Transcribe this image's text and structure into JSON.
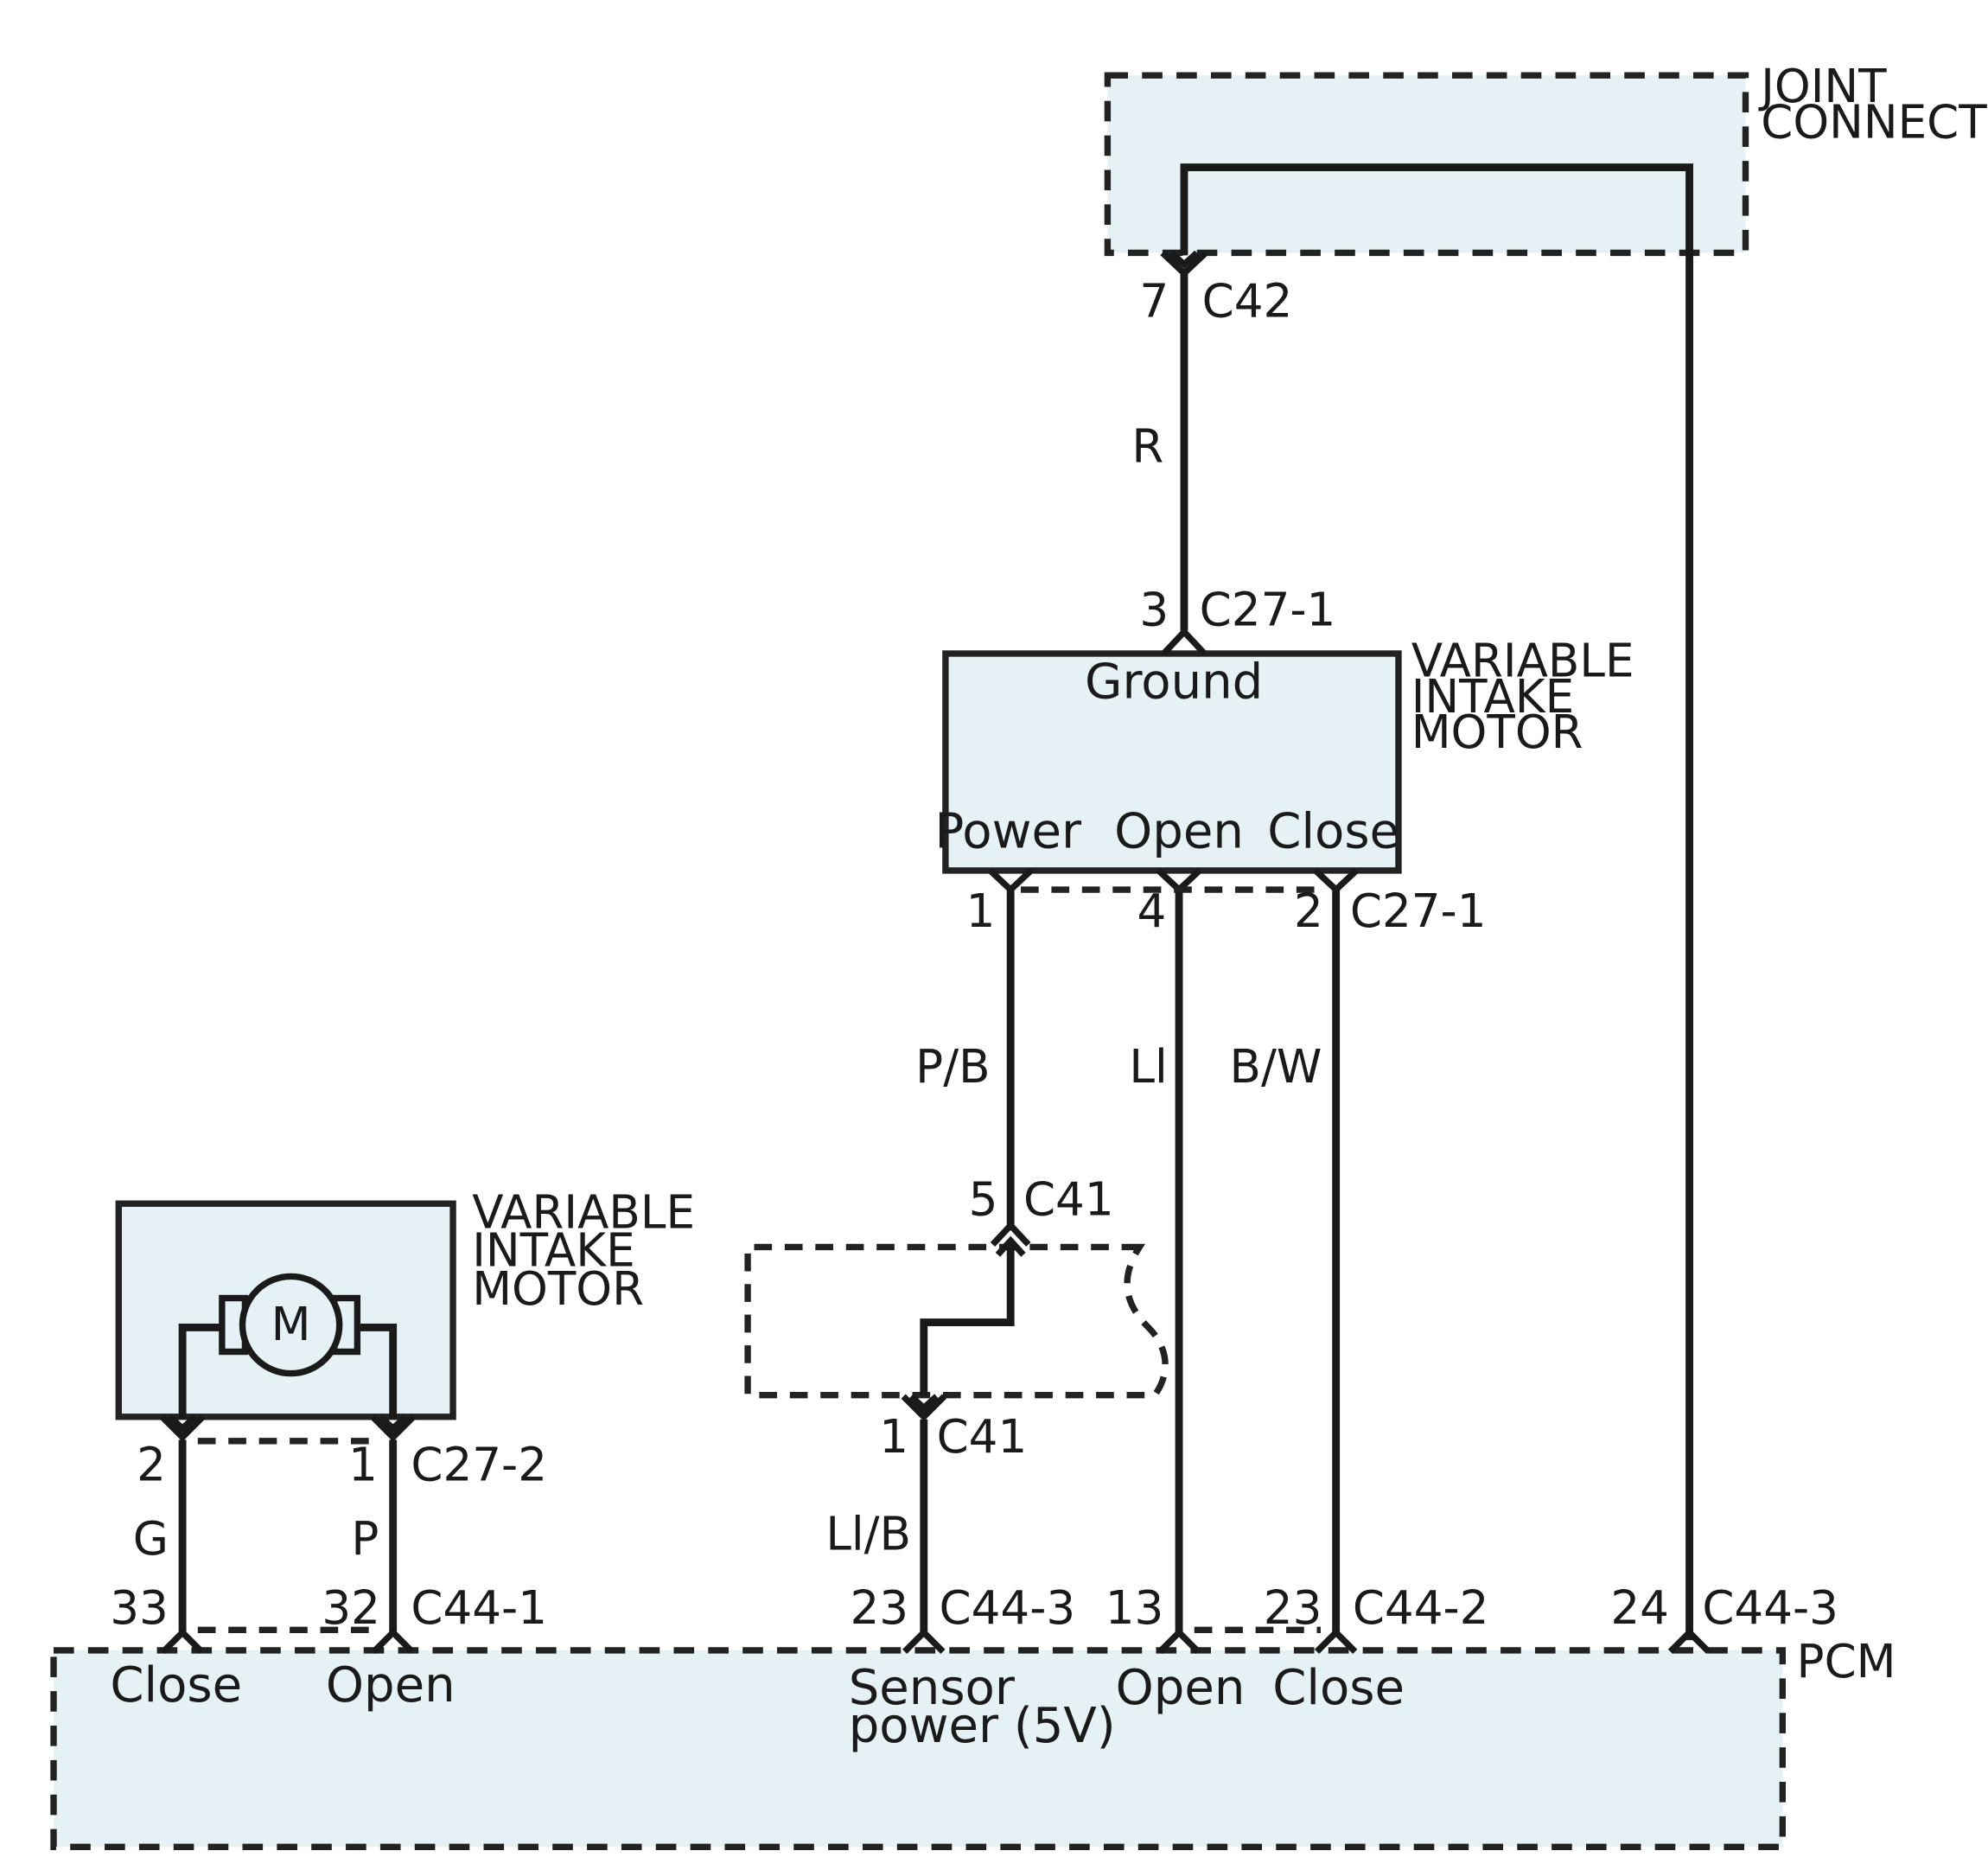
{
  "joint_connector": {
    "label_line1": "JOINT",
    "label_line2": "CONNECTOR"
  },
  "c42": {
    "pin": "7",
    "connector": "C42"
  },
  "wire_r": "R",
  "motor_top": {
    "label_line1": "VARIABLE",
    "label_line2": "INTAKE",
    "label_line3": "MOTOR",
    "ground": "Ground",
    "power": "Power",
    "open": "Open",
    "close": "Close",
    "top_pin": "3",
    "top_connector": "C27-1",
    "pin_power": "1",
    "pin_open": "4",
    "pin_close": "2",
    "bottom_connector": "C27-1"
  },
  "wires_mid": {
    "pb": "P/B",
    "ll": "Ll",
    "bw": "B/W"
  },
  "c41_top": {
    "pin": "5",
    "connector": "C41"
  },
  "c41_bottom": {
    "pin": "1",
    "connector": "C41"
  },
  "wire_llb": "Ll/B",
  "motor_left": {
    "label_line1": "VARIABLE",
    "label_line2": "INTAKE",
    "label_line3": "MOTOR",
    "symbol": "M",
    "pin_left": "2",
    "pin_right": "1",
    "connector": "C27-2",
    "wire_g": "G",
    "wire_p": "P"
  },
  "pcm": {
    "label": "PCM",
    "pin_close_left": "33",
    "pin_open_left": "32",
    "connector_left": "C44-1",
    "pin_sensor": "23",
    "connector_sensor": "C44-3",
    "pin_open_right": "13",
    "pin_close_right": "23",
    "connector_right": "C44-2",
    "pin_ground": "24",
    "connector_ground": "C44-3",
    "close_left": "Close",
    "open_left": "Open",
    "sensor_line1": "Sensor",
    "sensor_line2": "power (5V)",
    "open_right": "Open",
    "close_right": "Close"
  }
}
